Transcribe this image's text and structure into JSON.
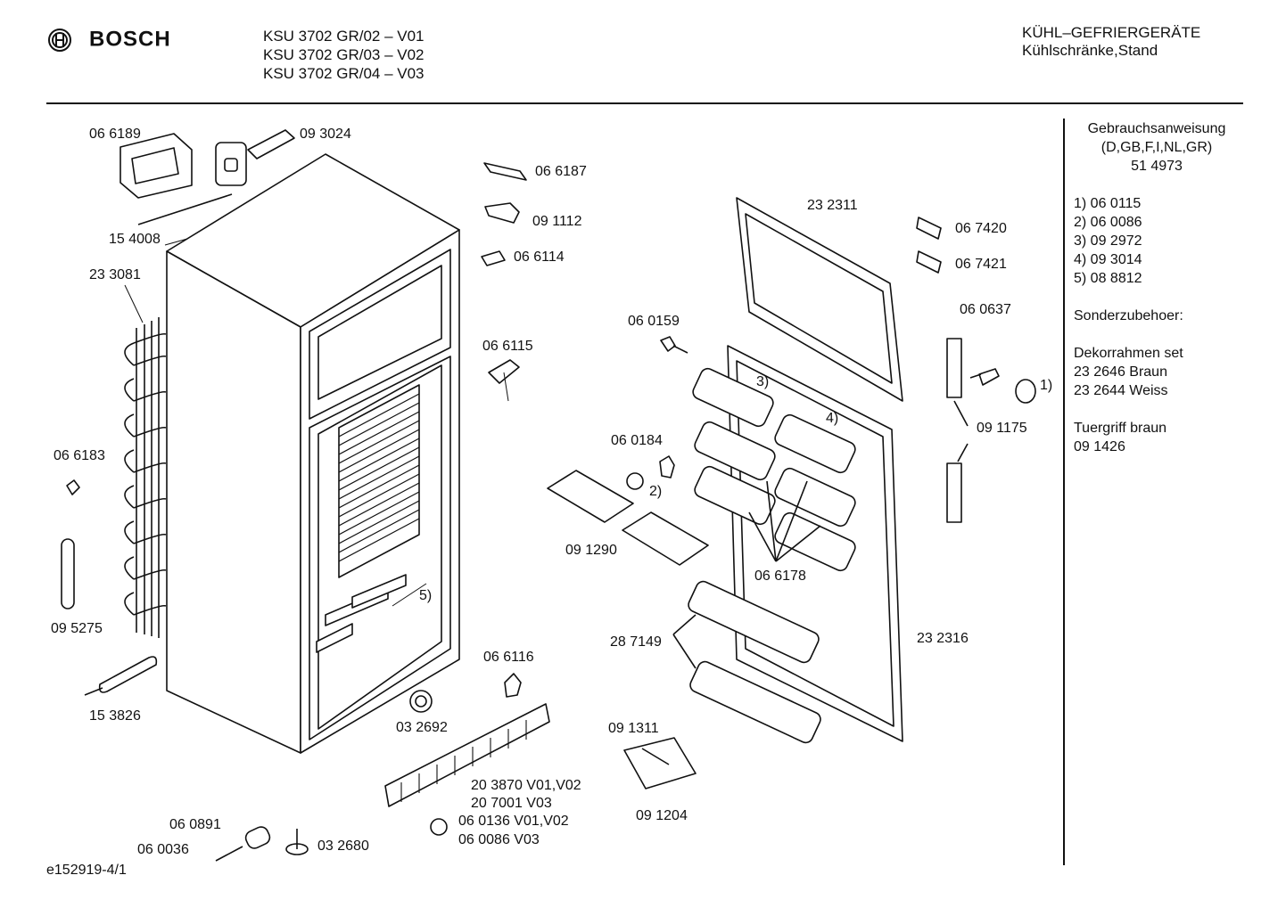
{
  "header": {
    "brand": "BOSCH",
    "models": [
      "KSU 3702 GR/02 – V01",
      "KSU 3702 GR/03 – V02",
      "KSU 3702 GR/04 – V03"
    ],
    "category": "KÜHL–GEFRIERGERÄTE",
    "subcategory": "Kühlschränke,Stand"
  },
  "sidebar": {
    "manual_title": "Gebrauchsanweisung",
    "manual_languages": "(D,GB,F,I,NL,GR)",
    "manual_number": "51 4973",
    "numbered_parts": [
      "1)  06 0115",
      "2)  06 0086",
      "3)  09 2972",
      "4)  09 3014",
      "5)  08 8812"
    ],
    "accessories_title": "Sonderzubehoer:",
    "accessories": [
      "Dekorrahmen set",
      "23 2646 Braun",
      "23 2644 Weiss"
    ],
    "handle_title": "Tuergriff  braun",
    "handle_number": "09 1426"
  },
  "parts": {
    "p066189": "06 6189",
    "p093024": "09 3024",
    "p154008": "15 4008",
    "p233081": "23 3081",
    "p066183": "06 6183",
    "p095275": "09 5275",
    "p153826": "15 3826",
    "p066187": "06 6187",
    "p091112": "09 1112",
    "p066114": "06 6114",
    "p066115": "06 6115",
    "p066116": "06 6116",
    "p032692": "03 2692",
    "p203870": "20 3870 V01,V02",
    "p207001": "20 7001 V03",
    "p060136": "06 0136 V01,V02",
    "p060086": "06 0086 V03",
    "p060891": "06 0891",
    "p060036": "06 0036",
    "p032680": "03 2680",
    "p232311": "23 2311",
    "p067420": "06 7420",
    "p067421": "06 7421",
    "p060159": "06 0159",
    "p060637": "06 0637",
    "p091175": "09 1175",
    "p060184": "06 0184",
    "p091290": "09 1290",
    "p066178": "06 6178",
    "p287149": "28 7149",
    "p232316": "23 2316",
    "p091311": "09 1311",
    "p091204": "09 1204",
    "r1": "1)",
    "r2": "2)",
    "r3": "3)",
    "r4": "4)",
    "r5": "5)"
  },
  "footer": {
    "drawing_id": "e152919-4/1"
  }
}
